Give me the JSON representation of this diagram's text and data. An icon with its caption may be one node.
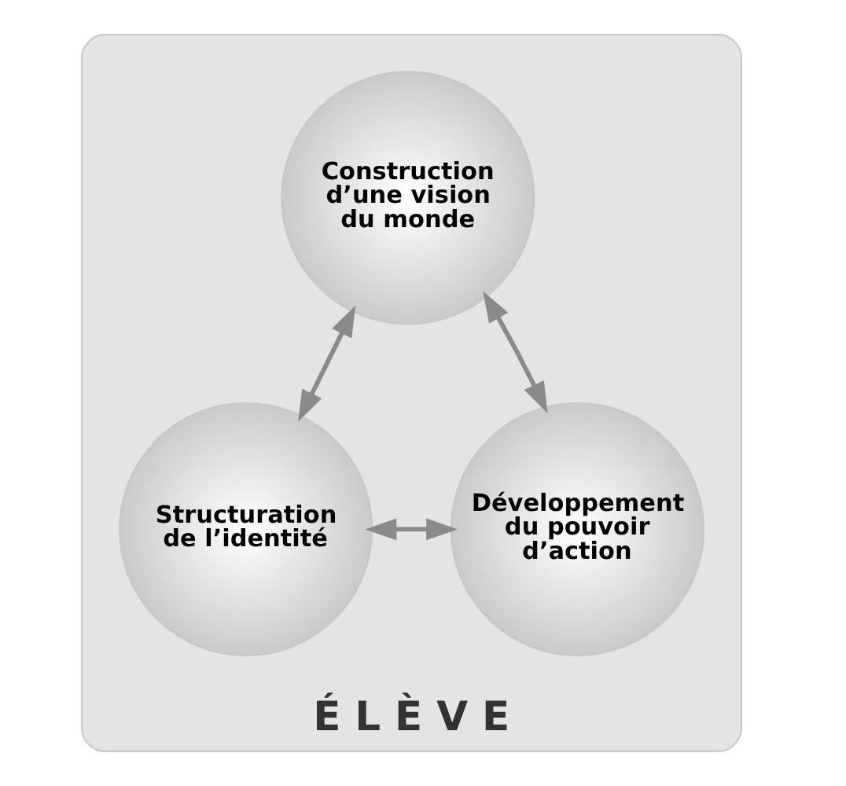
{
  "diagram": {
    "nodes": [
      {
        "text": [
          "É L È V E"
        ]
      },
      {
        "text": [
          "Construction d’une vision du monde"
        ],
        "in": 0
      },
      {
        "text": [
          "Structuration de l’identité"
        ],
        "in": 0
      },
      {
        "text": [
          "Développement du pouvoir d’action"
        ],
        "in": 0
      }
    ],
    "edges": [
      {
        "from": 1,
        "to": 2,
        "arrow": "both"
      },
      {
        "from": 2,
        "to": 3,
        "arrow": "both"
      },
      {
        "from": 3,
        "to": 1,
        "arrow": "both"
      }
    ]
  }
}
